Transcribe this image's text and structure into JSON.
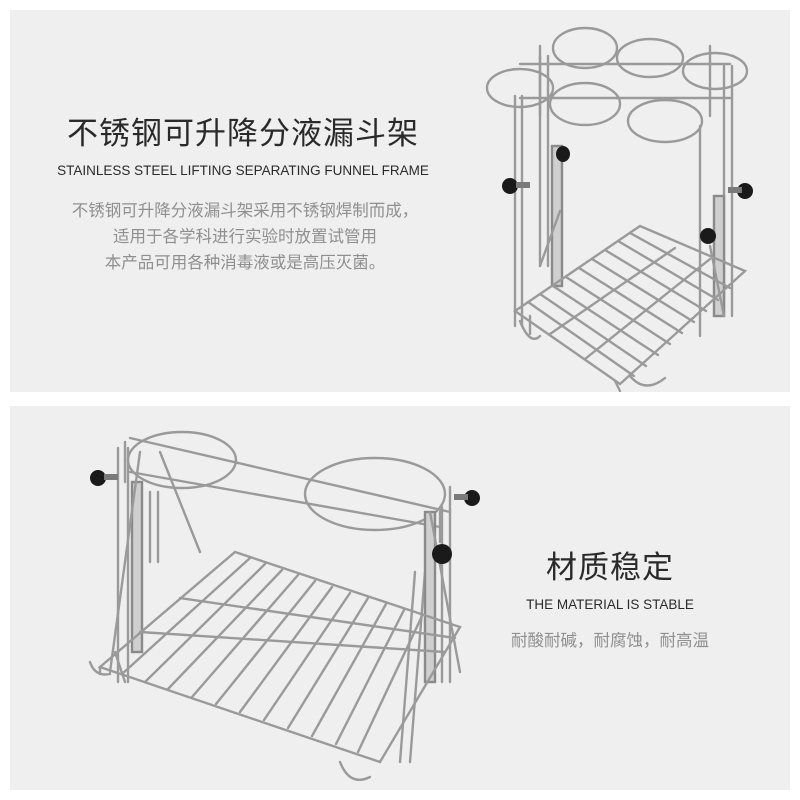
{
  "panel_top": {
    "title_cn": "不锈钢可升降分液漏斗架",
    "title_en": "STAINLESS STEEL LIFTING SEPARATING FUNNEL FRAME",
    "description_lines": [
      "不锈钢可升降分液漏斗架采用不锈钢焊制而成，",
      "适用于各学科进行实验时放置试管用",
      "本产品可用各种消毒液或是高压灭菌。"
    ]
  },
  "panel_bottom": {
    "title_cn": "材质稳定",
    "title_en": "THE MATERIAL IS STABLE",
    "description": "耐酸耐碱，耐腐蚀，耐高温"
  },
  "colors": {
    "panel_bg": "#efefef",
    "text_dark": "#2a2a2a",
    "text_grey": "#8f8f8f",
    "steel": "#9a9a9a",
    "knob": "#1a1a1a"
  }
}
